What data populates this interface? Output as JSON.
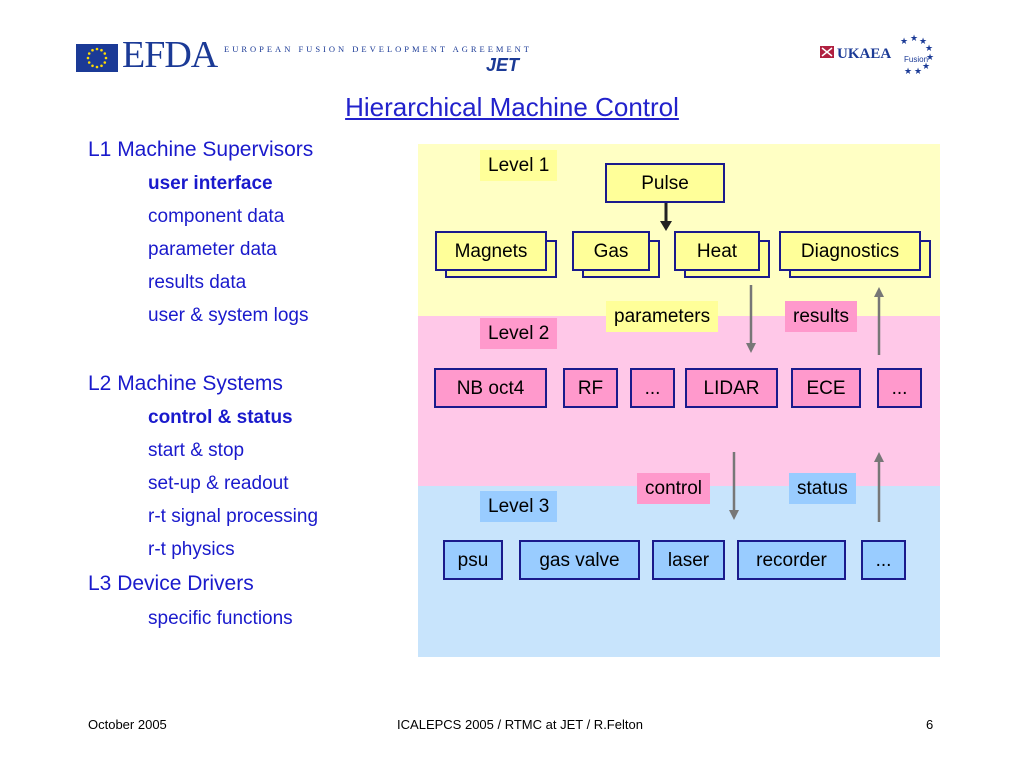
{
  "header": {
    "logo_text": "EFDA",
    "logo_subtitle": "EUROPEAN FUSION DEVELOPMENT AGREEMENT",
    "jet_logo": "JET",
    "ukaea_logo": "UKAEA",
    "ukaea_fusion": "Fusion",
    "eu_flag_icon": "eu-flag-icon"
  },
  "title": "Hierarchical Machine Control",
  "levels_list": [
    {
      "heading": "L1 Machine Supervisors",
      "items": [
        "user interface",
        "component data",
        "parameter data",
        "results data",
        "user & system logs"
      ]
    },
    {
      "heading": "L2 Machine Systems",
      "items": [
        "control & status",
        "start & stop",
        "set-up & readout",
        "r-t signal processing",
        "r-t physics"
      ]
    },
    {
      "heading": "L3 Device Drivers",
      "items": [
        "specific functions"
      ]
    }
  ],
  "diagram": {
    "level1": {
      "label": "Level 1",
      "pulse": "Pulse",
      "boxes": [
        "Magnets",
        "Gas",
        "Heat",
        "Diagnostics"
      ]
    },
    "flow1": {
      "down": "parameters",
      "up": "results"
    },
    "level2": {
      "label": "Level 2",
      "boxes": [
        "NB oct4",
        "RF",
        "...",
        "LIDAR",
        "ECE",
        "..."
      ]
    },
    "flow2": {
      "down": "control",
      "up": "status"
    },
    "level3": {
      "label": "Level 3",
      "boxes": [
        "psu",
        "gas valve",
        "laser",
        "recorder",
        "..."
      ]
    },
    "colors": {
      "level1_bg": "#ffffc4",
      "level2_bg": "#ffc8e8",
      "level3_bg": "#c8e4fc",
      "box_border": "#1a1a8c"
    }
  },
  "footer": {
    "date": "October  2005",
    "center": "ICALEPCS 2005 / RTMC at JET /  R.Felton",
    "page": "6"
  }
}
